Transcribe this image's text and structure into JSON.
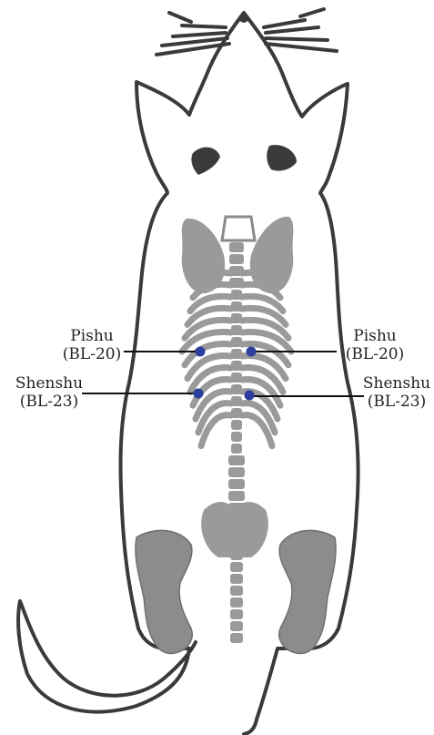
{
  "colors": {
    "outline": "#3a3a3a",
    "bone": "#9a9a9a",
    "bone_dark": "#7d7d7d",
    "limb": "#8c8c8c",
    "point": "#2c3e9e",
    "leader": "#111111"
  },
  "labels": {
    "left_upper": {
      "name": "Pishu",
      "code": "(BL-20)"
    },
    "left_lower": {
      "name": "Shenshu",
      "code": "(BL-23)"
    },
    "right_upper": {
      "name": "Pishu",
      "code": "(BL-20)"
    },
    "right_lower": {
      "name": "Shenshu",
      "code": "(BL-23)"
    }
  }
}
